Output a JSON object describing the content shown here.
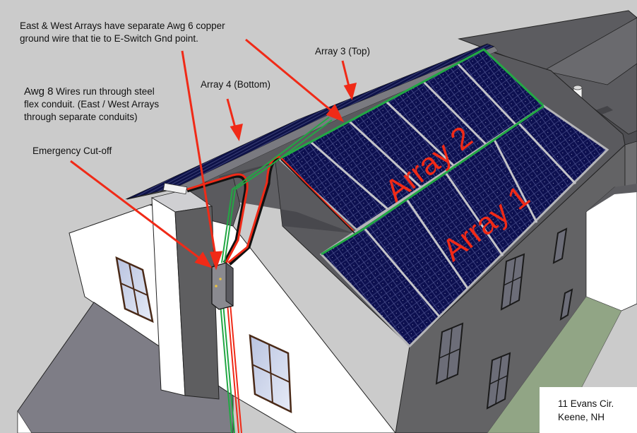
{
  "annotations": {
    "ground_wire": {
      "line1": "East & West Arrays have separate Awg 6 copper",
      "line2": "ground wire that tie to E-Switch Gnd point."
    },
    "conduit": {
      "line1_prefix": "Awg 8",
      "line1_rest": " Wires run through steel",
      "line2": "flex conduit. (East / West Arrays",
      "line3": "through separate conduits)"
    },
    "cutoff": "Emergency Cut-off",
    "array4": "Array 4 (Bottom)",
    "array3": "Array 3 (Top)"
  },
  "arrays": {
    "array2": "Array 2",
    "array1": "Array 1"
  },
  "address": {
    "line1": "11 Evans Cir.",
    "line2": "Keene, NH"
  },
  "colors": {
    "background": "#cbcbcb",
    "panel": "#0d1050",
    "annotation_red": "#f02a17",
    "ground_green": "#22a844",
    "roof_dark": "#5a5a5e",
    "wall_gray": "#626264",
    "wall_white": "#ffffff",
    "lawn": "#91a585"
  },
  "icons": {
    "disconnect_switch": "electrical-box-icon",
    "vent_pipe": "vent-pipe-icon"
  }
}
